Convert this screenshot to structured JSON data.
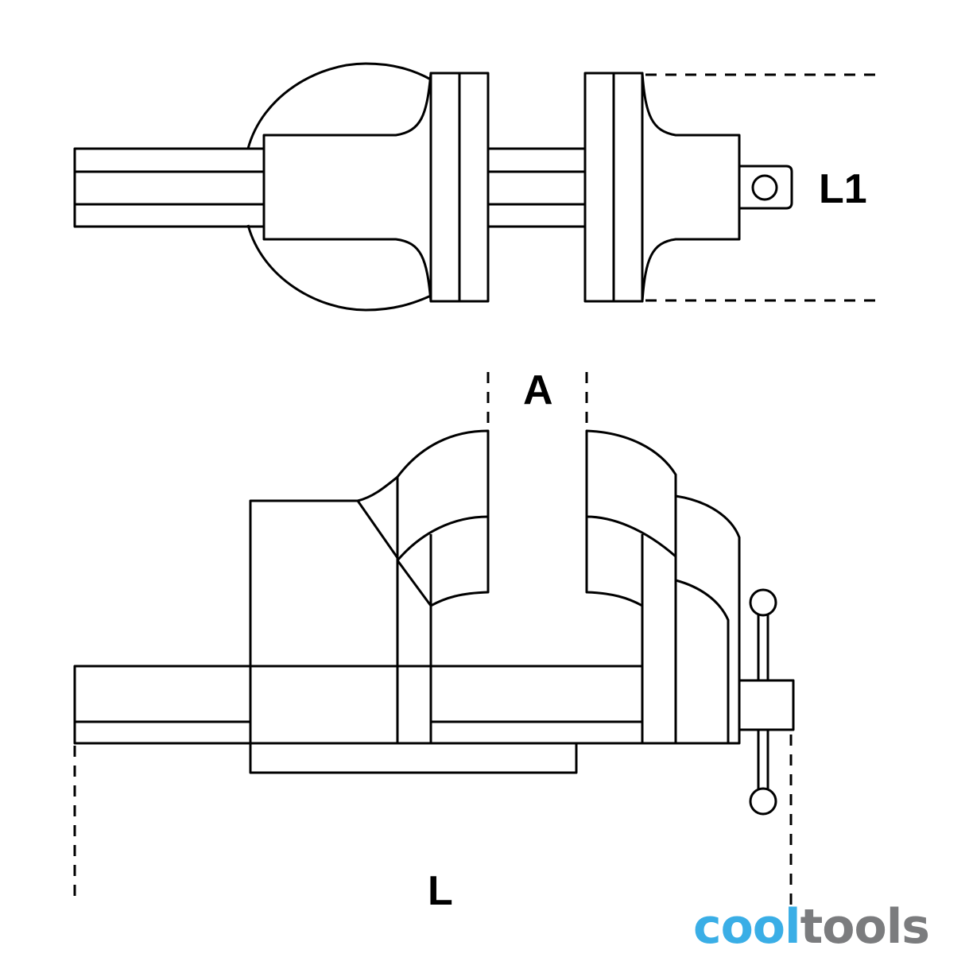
{
  "labels": {
    "l1": "L1",
    "a": "A",
    "l": "L"
  },
  "logo": {
    "part1": "cool",
    "part2": "tools",
    "color1": "#3aaee6",
    "color2": "#7b7c7e"
  }
}
